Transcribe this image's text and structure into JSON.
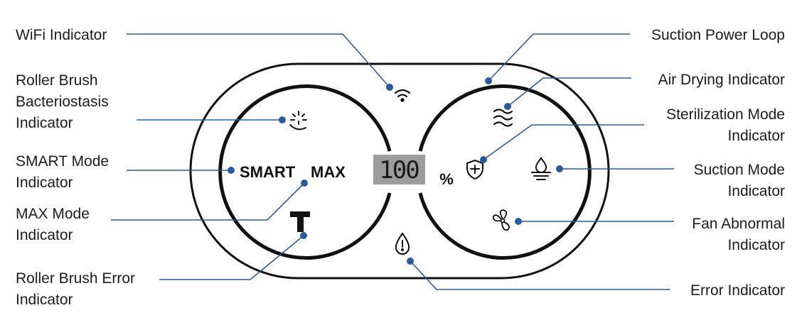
{
  "labels": {
    "wifi": "WiFi Indicator",
    "roller_bacterio": [
      "Roller Brush",
      "Bacteriostasis",
      "Indicator"
    ],
    "smart_mode": [
      "SMART Mode",
      "Indicator"
    ],
    "max_mode": [
      "MAX Mode",
      "Indicator"
    ],
    "roller_error": [
      "Roller Brush Error",
      "Indicator"
    ],
    "suction_loop": "Suction Power Loop",
    "air_drying": "Air Drying Indicator",
    "sterilization": [
      "Sterilization Mode",
      "Indicator"
    ],
    "suction_mode": [
      "Suction Mode",
      "Indicator"
    ],
    "fan_abnormal": [
      "Fan Abnormal",
      "Indicator"
    ],
    "error": "Error Indicator"
  },
  "panel": {
    "smart": "SMART",
    "max": "MAX",
    "display_value": "100",
    "percent": "%"
  },
  "colors": {
    "leader": "#2a5a9e",
    "outline": "#111111",
    "display_bg": "#9c9c9c"
  }
}
